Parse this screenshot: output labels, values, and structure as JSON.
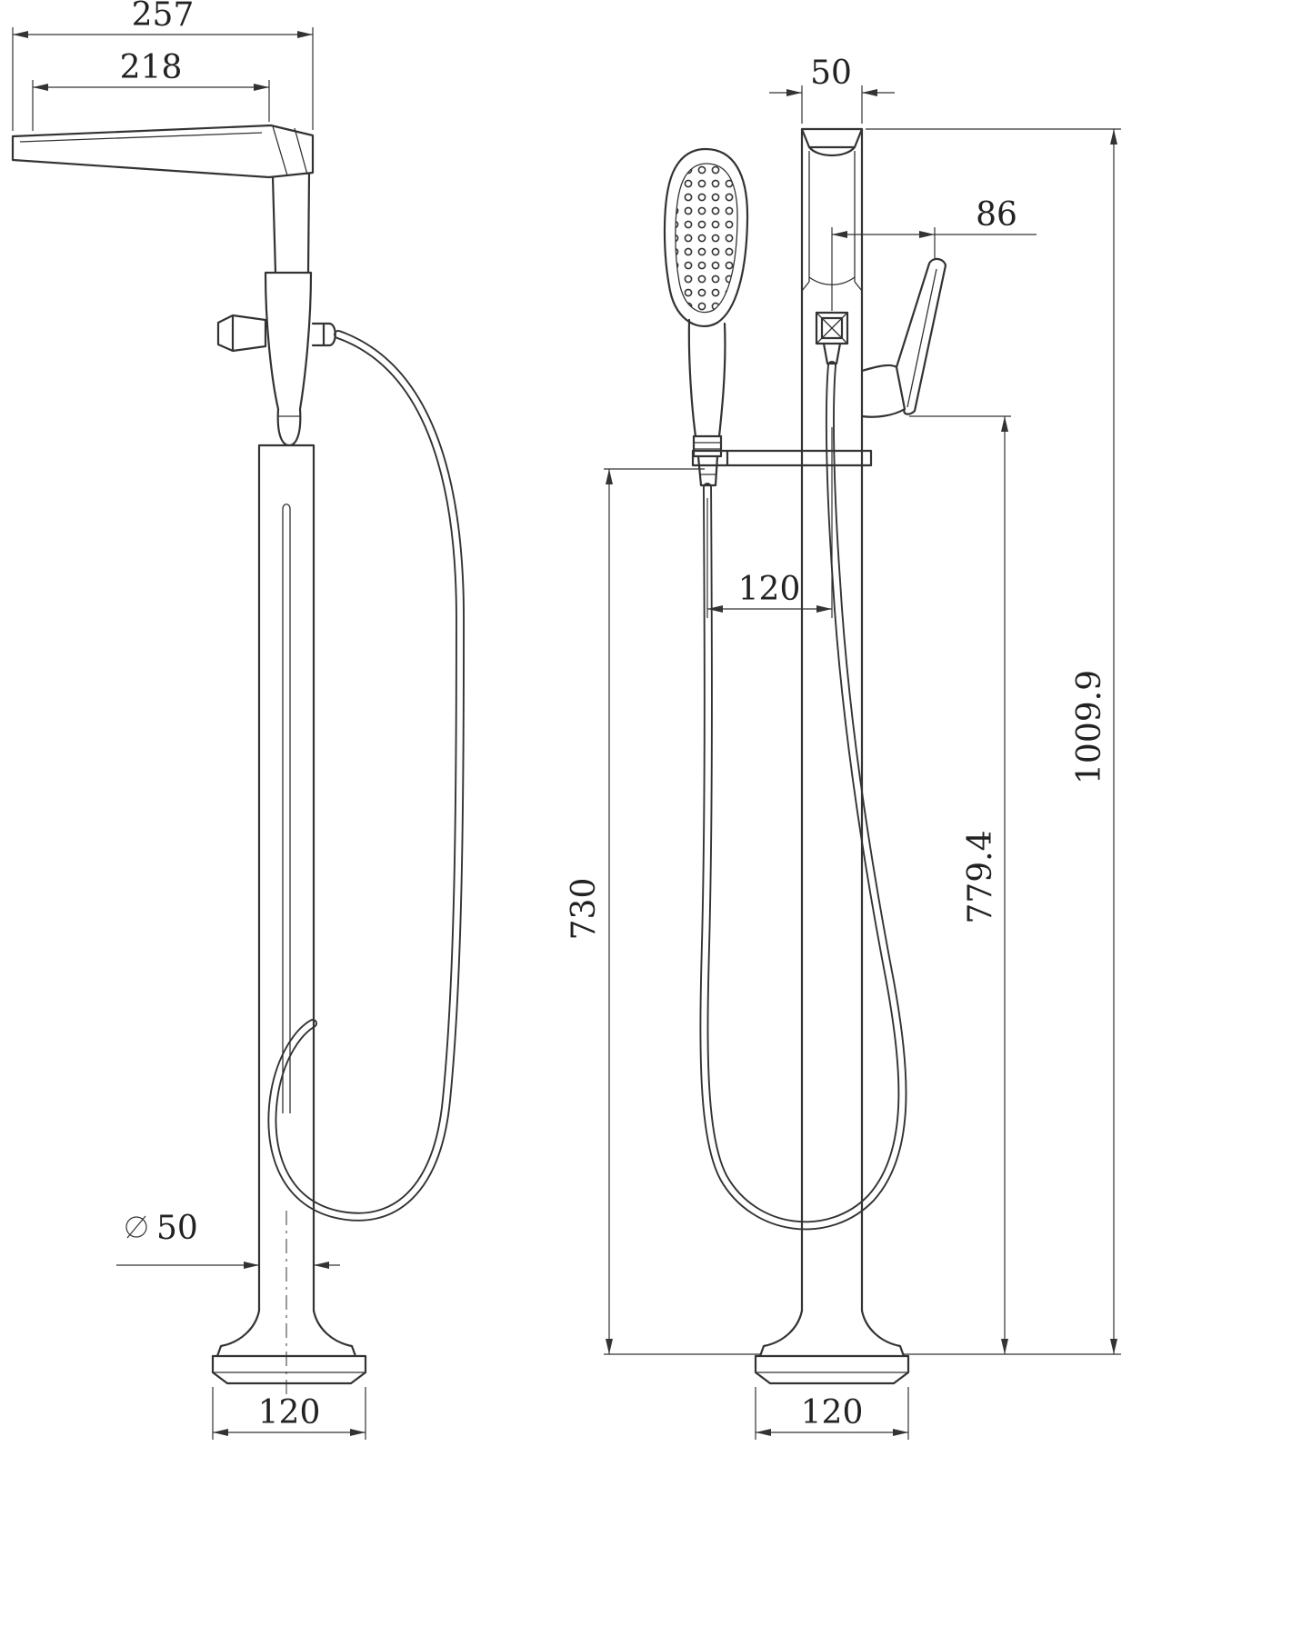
{
  "drawing": {
    "colors": {
      "line": "#333333",
      "background": "#ffffff"
    },
    "side_view": {
      "spout_overall": "257",
      "spout_reach": "218",
      "column_diameter_symbol": "⌀",
      "column_diameter_value": "50",
      "base_width": "120"
    },
    "front_view": {
      "top_width": "50",
      "handle_offset": "86",
      "hose_offset": "120",
      "height_to_hose": "730",
      "height_to_handle": "779.4",
      "overall_height": "1009.9",
      "base_width": "120"
    }
  }
}
